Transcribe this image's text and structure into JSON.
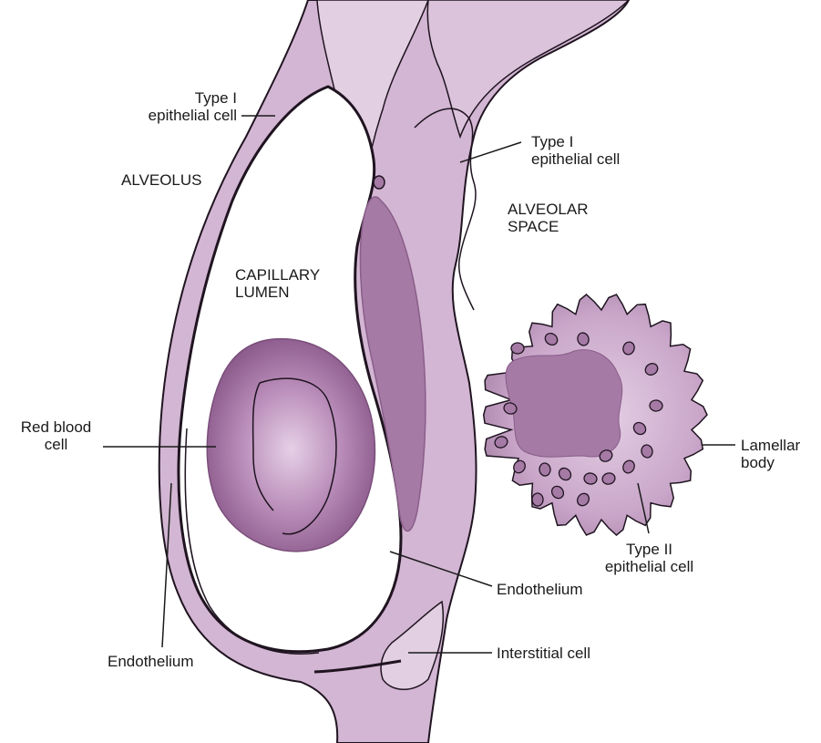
{
  "labels": {
    "type1_left": [
      "Type I",
      "epithelial cell"
    ],
    "alveolus": "ALVEOLUS",
    "type1_right": [
      "Type I",
      "epithelial cell"
    ],
    "alveolar_space": [
      "ALVEOLAR",
      "SPACE"
    ],
    "capillary_lumen": [
      "CAPILLARY",
      "LUMEN"
    ],
    "red_blood_cell": [
      "Red blood",
      "cell"
    ],
    "lamellar_body": [
      "Lamellar",
      "body"
    ],
    "type2": [
      "Type II",
      "epithelial cell"
    ],
    "endothelium_right": "Endothelium",
    "interstitial": "Interstitial cell",
    "endothelium_left": "Endothelium"
  },
  "colors": {
    "wall_light": "#d9c2d9",
    "wall_mid": "#c9a8c9",
    "tissue_dark": "#a57aa5",
    "rbc_center": "#dcc0dc",
    "rbc_edge": "#8a5a8a",
    "outline": "#1f1420",
    "leader": "#1a1a1a"
  }
}
